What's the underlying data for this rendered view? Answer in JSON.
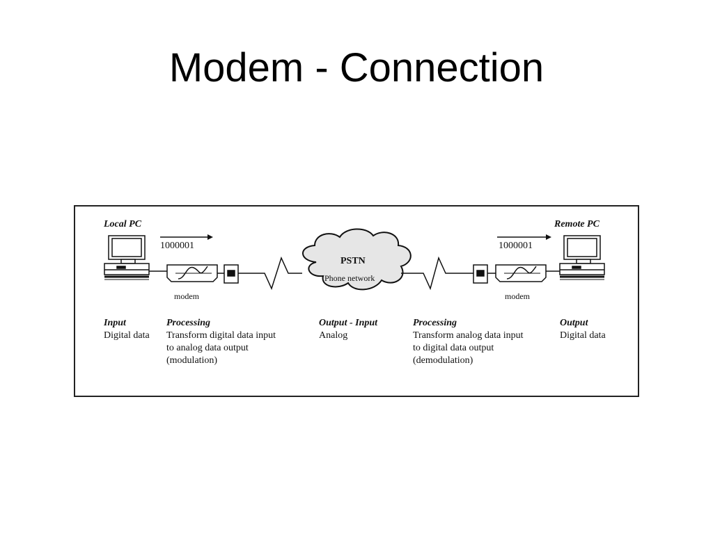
{
  "slide": {
    "title": "Modem - Connection"
  },
  "diagram": {
    "local_pc_label": "Local PC",
    "remote_pc_label": "Remote PC",
    "local_bits": "1000001",
    "remote_bits": "1000001",
    "local_modem_label": "modem",
    "remote_modem_label": "modem",
    "cloud_title": "PSTN",
    "cloud_subtitle": "Phone network",
    "stages": [
      {
        "heading": "Input",
        "lines": [
          "Digital data"
        ]
      },
      {
        "heading": "Processing",
        "lines": [
          "Transform digital data input",
          "to analog data output",
          "(modulation)"
        ]
      },
      {
        "heading": "Output - Input",
        "lines": [
          "Analog"
        ]
      },
      {
        "heading": "Processing",
        "lines": [
          "Transform analog data input",
          "to digital data output",
          "(demodulation)"
        ]
      },
      {
        "heading": "Output",
        "lines": [
          "Digital data"
        ]
      }
    ]
  }
}
